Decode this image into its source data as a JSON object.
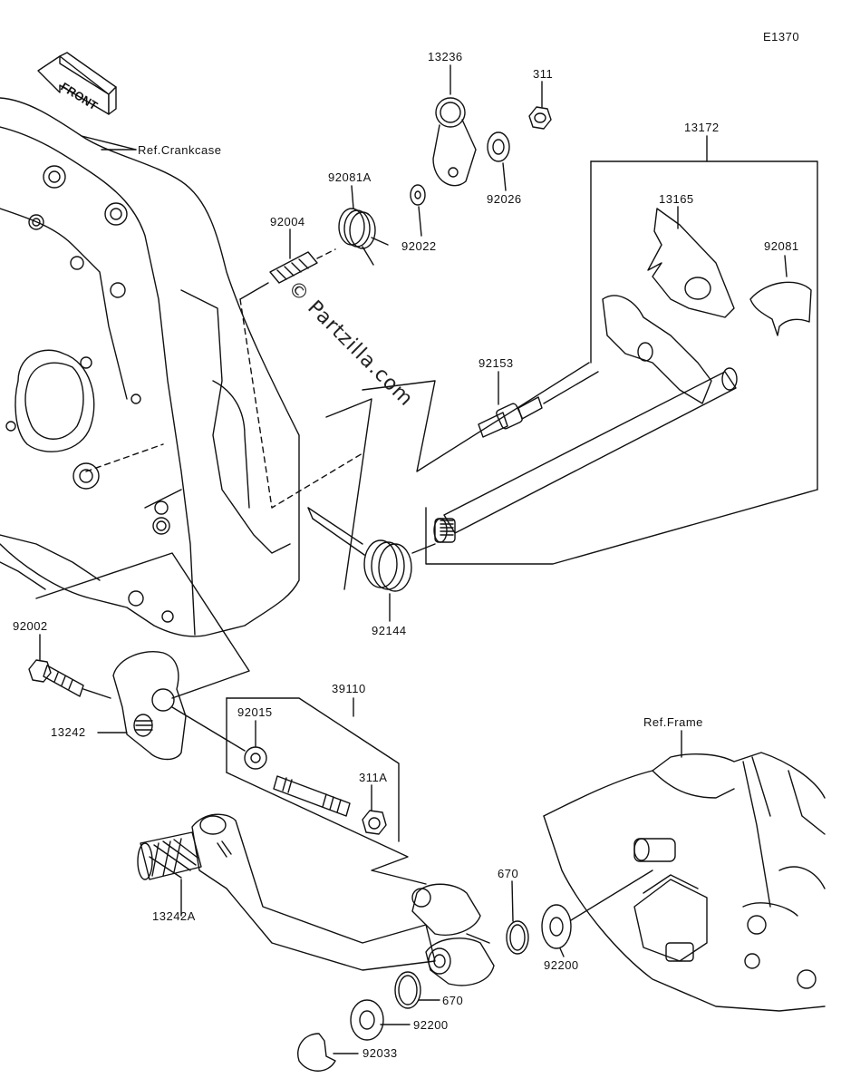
{
  "diagram_code": "E1370",
  "front_label": "FRONT",
  "watermark": "© Partzilla.com",
  "refs": {
    "crankcase": "Ref.Crankcase",
    "frame": "Ref.Frame"
  },
  "parts": {
    "p13236": "13236",
    "p311": "311",
    "p13172": "13172",
    "p92081A": "92081A",
    "p92004": "92004",
    "p92022": "92022",
    "p92026": "92026",
    "p13165": "13165",
    "p92081": "92081",
    "p92153": "92153",
    "p92144": "92144",
    "p92002": "92002",
    "p13242": "13242",
    "p39110": "39110",
    "p92015": "92015",
    "p311A": "311A",
    "p13242A": "13242A",
    "p670a": "670",
    "p670b": "670",
    "p92200a": "92200",
    "p92200b": "92200",
    "p92033": "92033"
  }
}
